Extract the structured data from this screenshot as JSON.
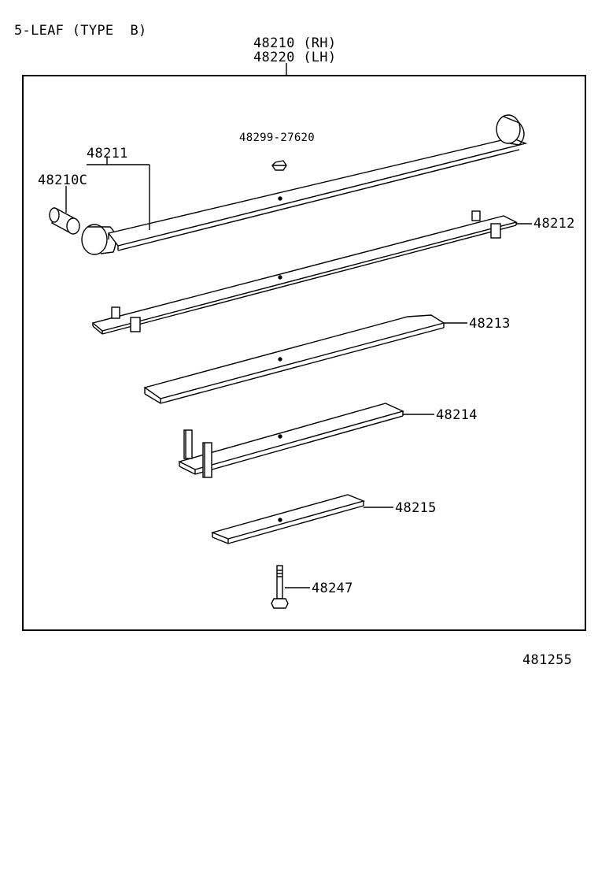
{
  "header": {
    "variant": "5-LEAF (TYPE  B)",
    "assembly_rh": "48210 (RH)",
    "assembly_lh": "48220 (LH)"
  },
  "parts": {
    "nut": "48299-27620",
    "main_leaf": "48211",
    "bushing": "48210C",
    "leaf_2": "48212",
    "leaf_3": "48213",
    "leaf_4": "48214",
    "leaf_5": "48215",
    "center_bolt": "48247"
  },
  "footer": {
    "diagram_code": "481255"
  }
}
